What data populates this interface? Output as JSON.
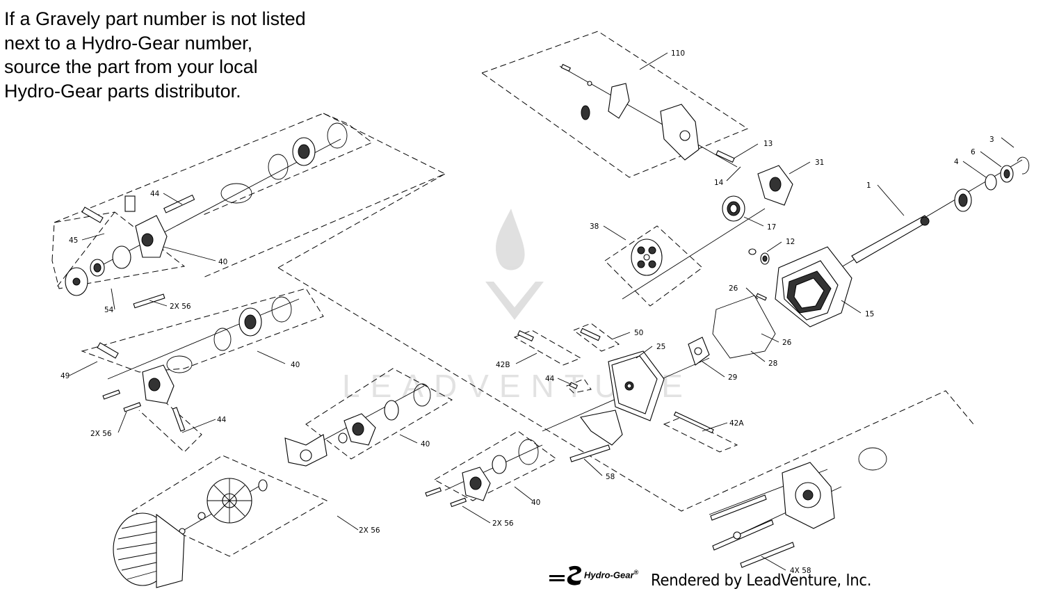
{
  "note": {
    "lines": [
      "If a Gravely part number is not listed",
      "next to a Hydro-Gear number,",
      "source the part from your local",
      "Hydro-Gear parts distributor."
    ]
  },
  "callouts": {
    "c110": "110",
    "c13": "13",
    "c14": "14",
    "c31": "31",
    "c3": "3",
    "c6": "6",
    "c4": "4",
    "c1": "1",
    "c17": "17",
    "c38": "38",
    "c12": "12",
    "c26a": "26",
    "c15": "15",
    "c26b": "26",
    "c28": "28",
    "c50": "50",
    "c25": "25",
    "c29": "29",
    "c42b": "42B",
    "c44c": "44",
    "c42a": "42A",
    "c58": "58",
    "c40d": "40",
    "c2x56c": "2X 56",
    "c4x58": "4X 58",
    "c44a": "44",
    "c45": "45",
    "c40a": "40",
    "c54": "54",
    "c2x56a": "2X 56",
    "c40b": "40",
    "c49": "49",
    "c44b": "44",
    "c2x56b": "2X 56",
    "c40c": "40",
    "c2x56d": "2X 56"
  },
  "brand": {
    "name": "Hydro-Gear",
    "mark": "®"
  },
  "watermark": "LEADVENTURE",
  "credit": "Rendered by LeadVenture, Inc."
}
